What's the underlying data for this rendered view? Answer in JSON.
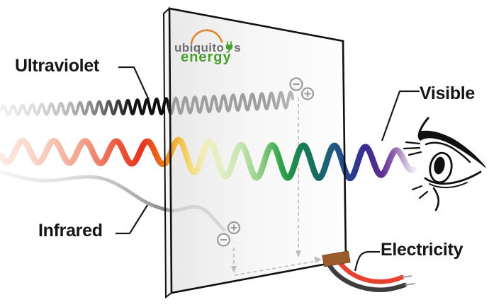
{
  "figure": {
    "type": "diagram",
    "subject": "Transparent solar window absorbing ultraviolet and infrared light to generate electricity while transmitting visible light"
  },
  "labels": {
    "ultraviolet": "Ultraviolet",
    "visible": "Visible",
    "infrared": "Infrared",
    "electricity": "Electricity"
  },
  "logo": {
    "brand_prefix": "ubiquito",
    "brand_suffix": "s",
    "brand_line2": "energy",
    "colors": {
      "text": "#6f6f6f",
      "green": "#49a02e",
      "arc": "#e2862c"
    }
  },
  "diagram": {
    "label_color": "#161616",
    "connector_color": "#1a1a1a",
    "panel": {
      "face_light": "#f7f7f7",
      "face_bright": "#fdfdfd",
      "face_shade": "#e9e9e9",
      "side_fill": "#f5f5f5",
      "outline": "#111111"
    },
    "electron_flow": {
      "dash_color": "#bdbdbd",
      "charge_color": "#9b9b9b",
      "minus_symbol": "−",
      "plus_symbol": "+"
    },
    "terminal": {
      "fill": "#9a5b2d",
      "stroke": "#7a4722"
    },
    "wires": {
      "red": "#e8412f",
      "black": "#3d3d3d",
      "tip": "#9e9e9e"
    },
    "eye": {
      "line_color": "#111111"
    },
    "waves": {
      "ultraviolet": {
        "gradient": [
          [
            0,
            "#f0f0f0"
          ],
          [
            0.12,
            "#dcdcdc"
          ],
          [
            0.24,
            "#b5b5b5"
          ],
          [
            0.33,
            "#7d7d7d"
          ],
          [
            0.4,
            "#3c3c3c"
          ],
          [
            0.45,
            "#121212"
          ],
          [
            0.57,
            "#0c0c0c"
          ],
          [
            0.585,
            "#9e9e9e"
          ],
          [
            0.9,
            "#9e9e9e"
          ],
          [
            1,
            "#b8b8b8"
          ]
        ]
      },
      "visible": {
        "gradient": [
          [
            0,
            "#fceae4"
          ],
          [
            0.1,
            "#f8cfc0"
          ],
          [
            0.2,
            "#f29f88"
          ],
          [
            0.28,
            "#ea5b40"
          ],
          [
            0.34,
            "#e5341e"
          ],
          [
            0.385,
            "#ec6d1d"
          ],
          [
            0.42,
            "#f2b135"
          ],
          [
            0.455,
            "#f3da78"
          ],
          [
            0.49,
            "#f4ecb8"
          ],
          [
            0.53,
            "#e3efc5"
          ],
          [
            0.585,
            "#bfe2aa"
          ],
          [
            0.63,
            "#8ecc83"
          ],
          [
            0.675,
            "#32a449"
          ],
          [
            0.72,
            "#19834f"
          ],
          [
            0.76,
            "#186c61"
          ],
          [
            0.8,
            "#1f5c80"
          ],
          [
            0.84,
            "#28418f"
          ],
          [
            0.88,
            "#392d90"
          ],
          [
            0.92,
            "#5e2e91"
          ],
          [
            0.95,
            "#8f63ae"
          ],
          [
            0.975,
            "#c7b2d6"
          ],
          [
            1,
            "#f3eef6"
          ]
        ]
      },
      "infrared": {
        "gradient": [
          [
            0,
            "#f4f4f4"
          ],
          [
            0.3,
            "#e0e0e0"
          ],
          [
            0.5,
            "#c5c5c5"
          ],
          [
            0.62,
            "#ababab"
          ],
          [
            0.73,
            "#8a8a8a"
          ],
          [
            0.78,
            "#d0d0d0"
          ],
          [
            1,
            "#d8d8d8"
          ]
        ]
      }
    }
  }
}
